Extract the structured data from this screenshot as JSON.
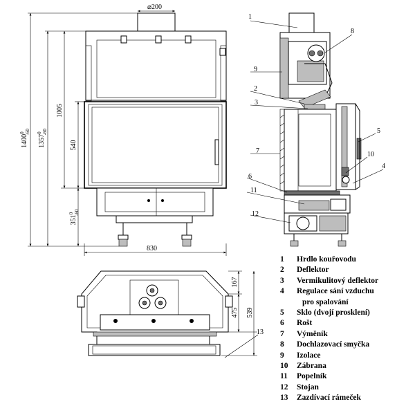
{
  "dimensions": {
    "top_diameter": "⌀200",
    "height_total_main": "1400",
    "height_total_tol": "-60",
    "height_total_tol_top": "0",
    "height_mid_main": "1357",
    "height_mid_tol": "-60",
    "height_mid_tol_top": "0",
    "height_upper": "1005",
    "height_glass": "540",
    "height_base_main": "351",
    "height_base_tol": "-60",
    "height_base_tol_top": "0",
    "width_front": "830",
    "plan_small": "167",
    "plan_depth": "475",
    "plan_total": "539"
  },
  "callouts": [
    "1",
    "2",
    "3",
    "4",
    "5",
    "6",
    "7",
    "8",
    "9",
    "10",
    "11",
    "12",
    "13"
  ],
  "legend": [
    {
      "num": "1",
      "text": "Hrdlo kouřovodu"
    },
    {
      "num": "2",
      "text": "Deflektor"
    },
    {
      "num": "3",
      "text": "Vermikulitový deflektor"
    },
    {
      "num": "4",
      "text": "Regulace sání vzduchu"
    },
    {
      "num": "",
      "text": "pro spalování"
    },
    {
      "num": "5",
      "text": "Sklo (dvojí prosklení)"
    },
    {
      "num": "6",
      "text": "Rošt"
    },
    {
      "num": "7",
      "text": "Výměník"
    },
    {
      "num": "8",
      "text": "Dochlazovací smyčka"
    },
    {
      "num": "9",
      "text": "Izolace"
    },
    {
      "num": "10",
      "text": "Zábrana"
    },
    {
      "num": "11",
      "text": "Popelník"
    },
    {
      "num": "12",
      "text": "Stojan"
    },
    {
      "num": "13",
      "text": "Zazdívací rámeček"
    }
  ]
}
